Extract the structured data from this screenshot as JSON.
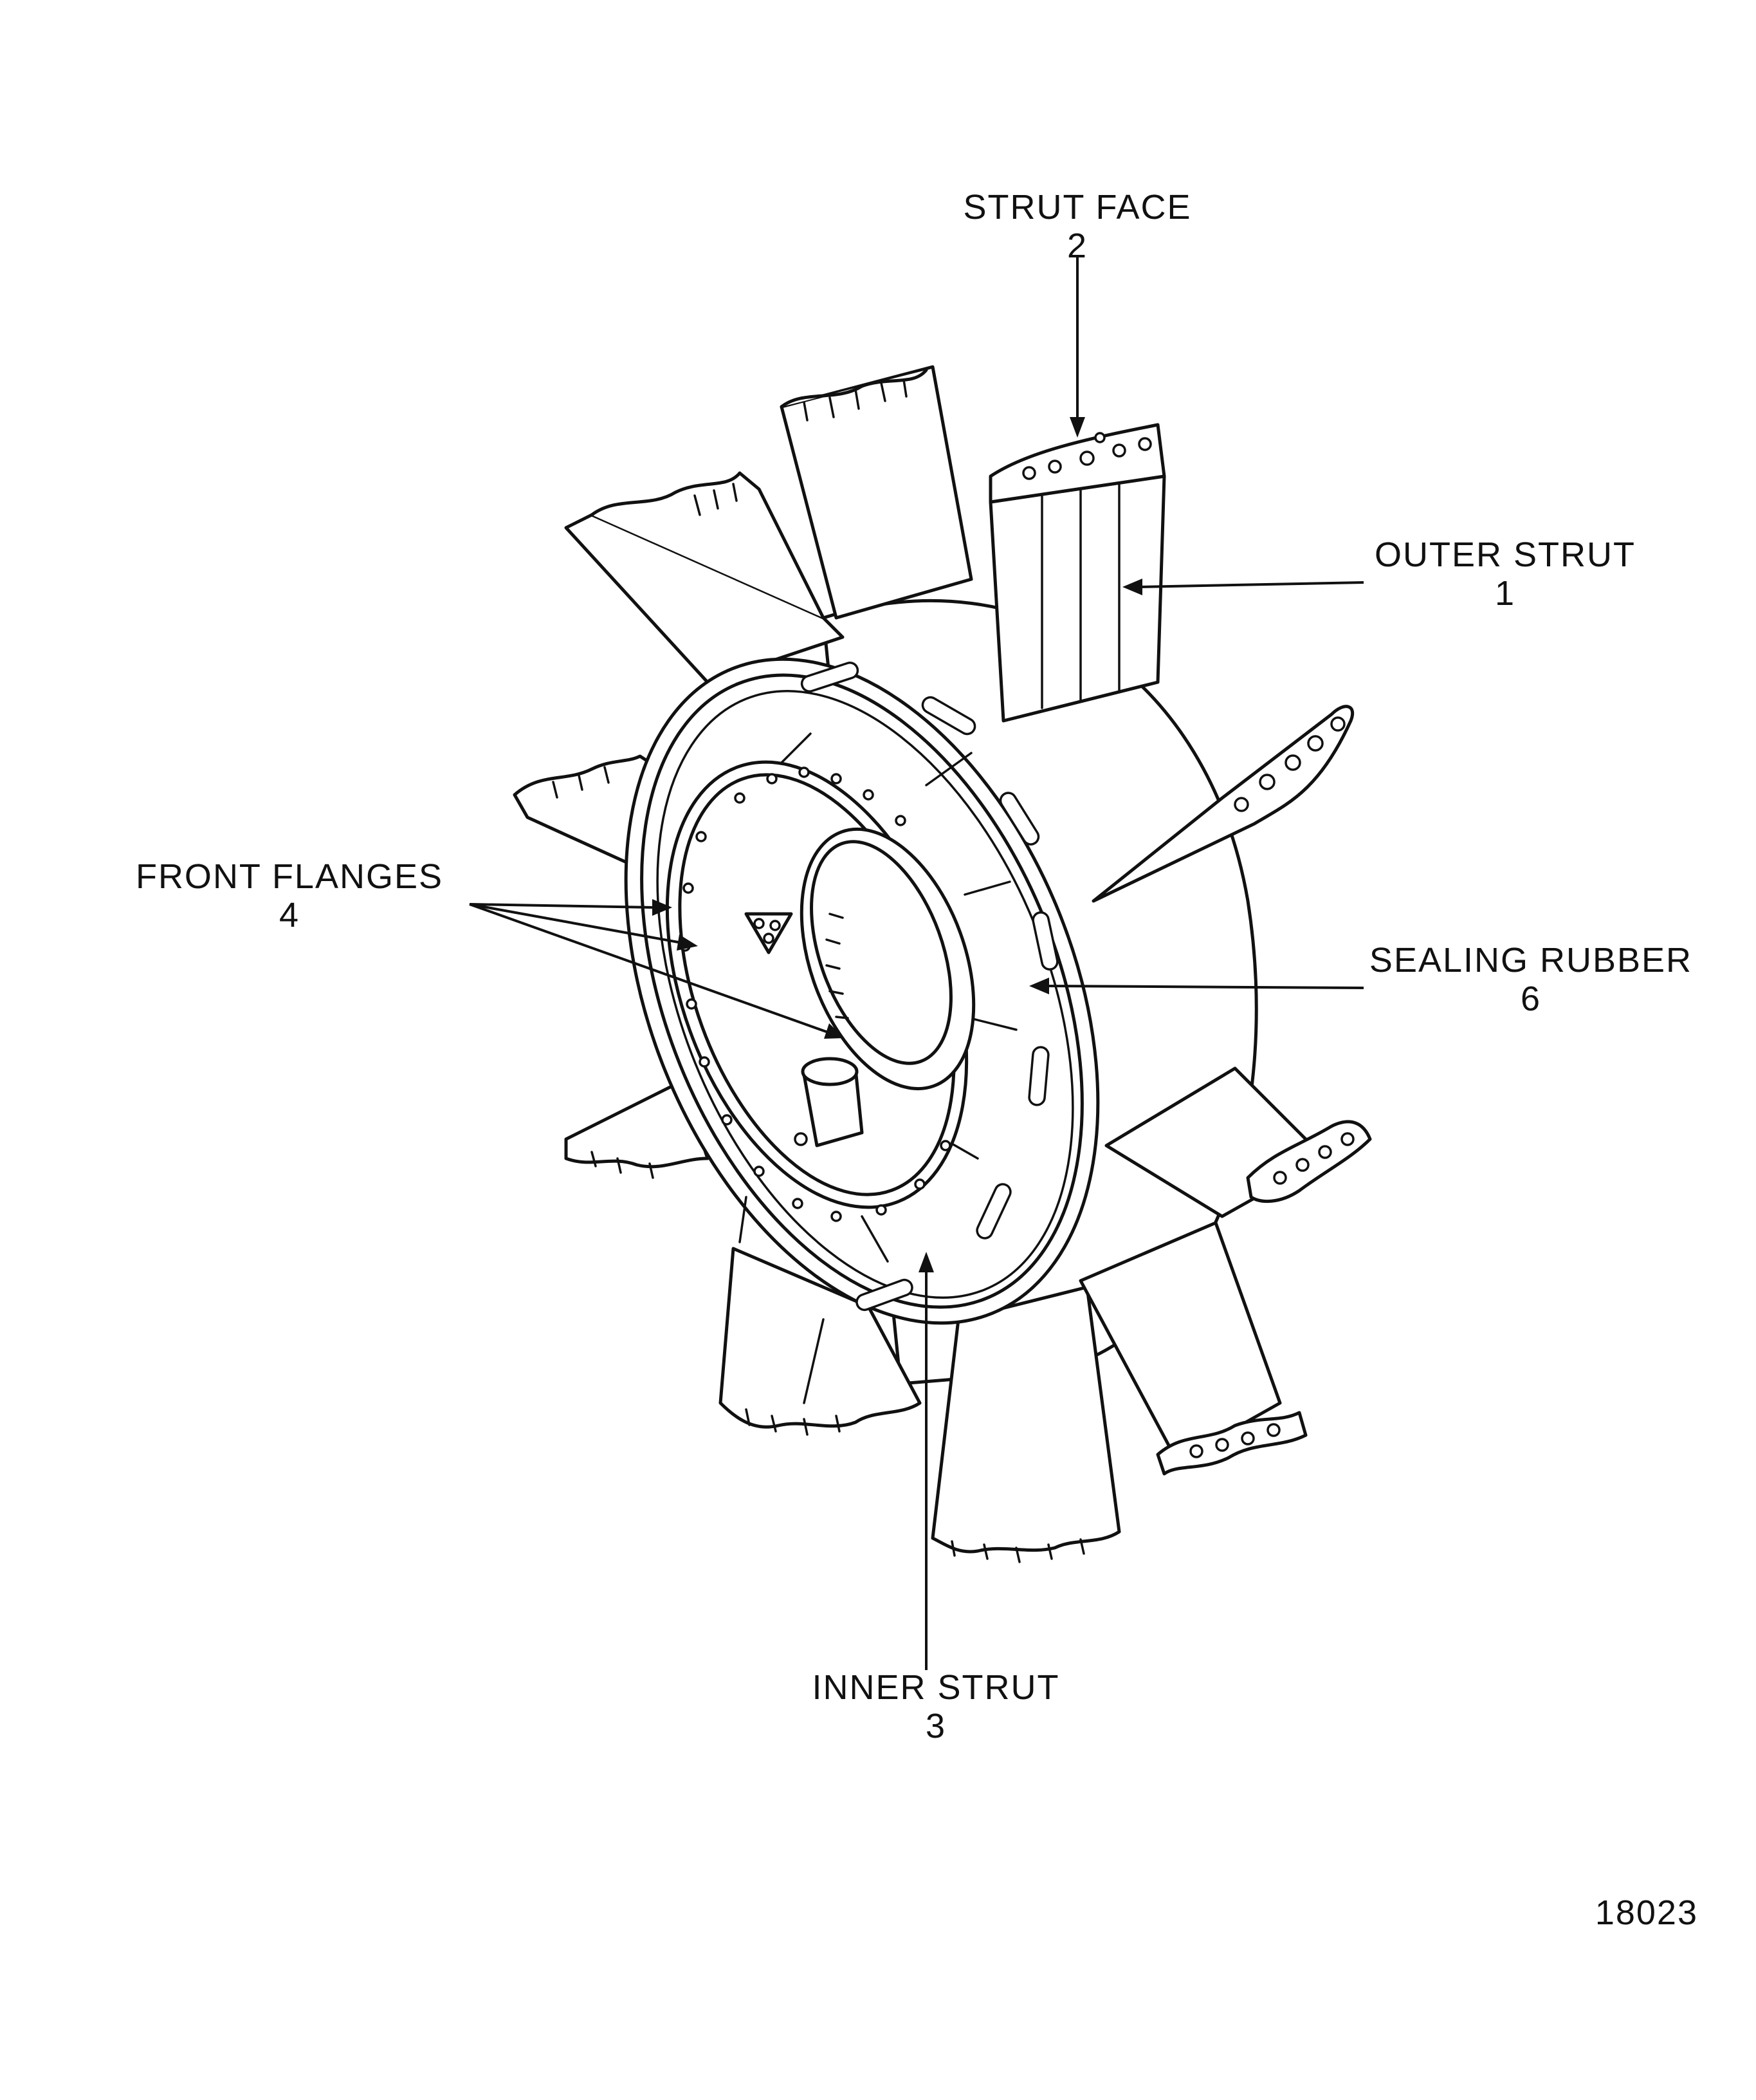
{
  "figure_number": "18023",
  "callouts": [
    {
      "id": "strut-face",
      "text": "STRUT FACE",
      "number": "2"
    },
    {
      "id": "outer-strut",
      "text": "OUTER STRUT",
      "number": "1"
    },
    {
      "id": "front-flanges",
      "text": "FRONT FLANGES",
      "number": "4"
    },
    {
      "id": "sealing-rubber",
      "text": "SEALING RUBBER",
      "number": "6"
    },
    {
      "id": "inner-strut",
      "text": "INNER STRUT",
      "number": "3"
    }
  ]
}
